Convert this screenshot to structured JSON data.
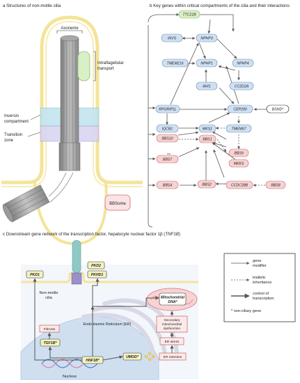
{
  "panel_a": {
    "title": "a Structures of non-motile cilia",
    "labels": {
      "axoneme": "Axoneme",
      "intraflagellular": "Intraflagellular",
      "transport": "transport",
      "inversin": "Inversin",
      "compartment": "compartment",
      "transition": "Transition",
      "zone": "zone",
      "bbsome": "BBSome"
    }
  },
  "panel_b": {
    "title": "b Key genes within critical compartments of the cilia and their interactions",
    "nodes": {
      "ttc21b": "TTC21B",
      "invs": "INVS",
      "nphp3": "NPHP3",
      "tmem216": "TMEM216",
      "nphp1": "NPHP1",
      "nphp4": "NPHP4",
      "ahi1": "AHI1",
      "cc2d2a": "CC2D2A",
      "rpgrip1l": "RPGRIP1L",
      "cep290": "CEP290",
      "bsnd": "BSND*",
      "iqcb1": "IQCB1",
      "mks1": "MKS1",
      "tmem67": "TMEM67",
      "bbs10": "BBS10",
      "bbs1": "BBS1",
      "bbs9": "BBS9",
      "bbs7": "BBS7",
      "mkks": "MKKS",
      "bbs4": "BBS4",
      "bbs2": "BBS2",
      "ccdc28b": "CCDC28B",
      "bbs8": "BBS8"
    }
  },
  "panel_c": {
    "title_main": "c Downstream gene network of the transcription factor, hepatocyte nuclear factor 1β (",
    "title_gene": "TNF1B",
    "title_end": ")",
    "labels": {
      "pkd1": "PKD1",
      "pkd2": "PKD2",
      "pkhd1": "PKHD1",
      "non_motile": "Non-motile",
      "cilia": "cilia",
      "mito_dna_1": "Mitochondrial",
      "mito_dna_2": "DNA*",
      "fibrosis": "Fibrosis",
      "tgfb": "TGF1B*",
      "er_1": "Endoplasmic Reticulum (ER)",
      "sec_mito_1": "Secondary",
      "sec_mito_2": "mitochondrial",
      "sec_mito_3": "dysfunction",
      "er_stress": "ER stress",
      "hnf1b": "HNF1B*",
      "umod": "UMOD*",
      "er_retention": "ER retention",
      "nucleus": "Nucleus"
    },
    "legend": {
      "gene_1": "gene",
      "gene_2": "modifier",
      "tri_1": "triallelic",
      "tri_2": "inheritance",
      "ctrl_1": "control of",
      "ctrl_2": "transcription",
      "non_ciliary": "* non-ciliary gene"
    }
  },
  "colors": {
    "yellow_node": "#f4f2c0",
    "blue_node": "#cfe0f3",
    "red_node": "#f6d2d2",
    "green_node": "#d9efc6",
    "membrane": "#f3e49a",
    "cilium_grey": "#9c9c9c",
    "nucleus_blue": "#cfdff0",
    "mito_red": "#e9a0a0"
  }
}
